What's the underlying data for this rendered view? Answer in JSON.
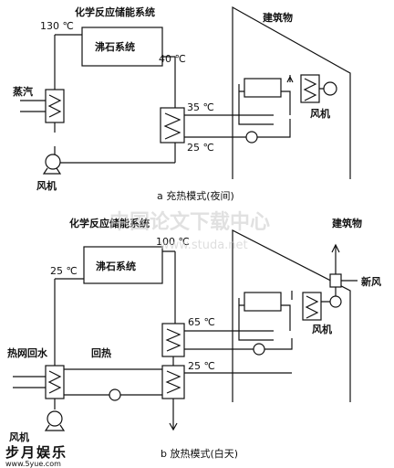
{
  "panel_a": {
    "title": "化学反应储能系统",
    "zeolite": "沸石系统",
    "building": "建筑物",
    "temp_130": "130 ℃",
    "temp_40": "40 ℃",
    "temp_35": "35 ℃",
    "temp_25": "25 ℃",
    "steam": "蒸汽",
    "fan_left": "风机",
    "fan_right": "风机",
    "caption": "a  充热模式(夜间)"
  },
  "panel_b": {
    "title": "化学反应储能系统",
    "zeolite": "沸石系统",
    "building": "建筑物",
    "temp_25_top": "25 ℃",
    "temp_100": "100 ℃",
    "temp_65": "65 ℃",
    "temp_25_bottom": "25 ℃",
    "return_water": "热网回水",
    "heat_recovery": "回热",
    "fresh_air": "新风",
    "fan_left": "风机",
    "fan_right": "风机",
    "caption": "b  放热模式(白天)"
  },
  "watermark": {
    "text": "中国论文下载中心",
    "url": "www.studa.net"
  },
  "footer_logo": {
    "text": "步月娱乐",
    "url": "www.5yue.com"
  }
}
